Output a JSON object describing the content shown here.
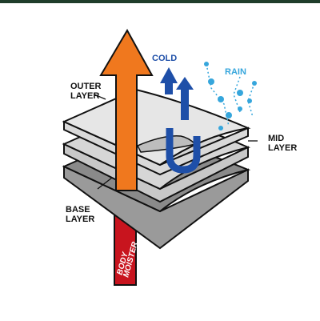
{
  "labels": {
    "outer_line1": "OUTER",
    "outer_line2": "LAYER",
    "mid_line1": "MID",
    "mid_line2": "LAYER",
    "base_line1": "BASE",
    "base_line2": "LAYER",
    "cold": "COLD",
    "rain": "RAIN",
    "moisture_line1": "BODY",
    "moisture_line2": "MOISTER"
  },
  "colors": {
    "top_rule": "#1f3d2b",
    "outline": "#111111",
    "outer_face": "#e6e6e6",
    "mid_face": "#c8c8c8",
    "base_face": "#9a9a9a",
    "mesh": "#bdbdbd",
    "orange_arrow": "#f0781e",
    "cold_blue": "#1e4fa8",
    "rain_blue": "#36a6dc",
    "moisture_red": "#c8141e",
    "label_text": "#111111"
  },
  "icons": {
    "heat_arrow": "orange-up-arrow-icon",
    "cold_arrow": "cold-u-arrow-icon",
    "rain": "raindrops-icon"
  }
}
